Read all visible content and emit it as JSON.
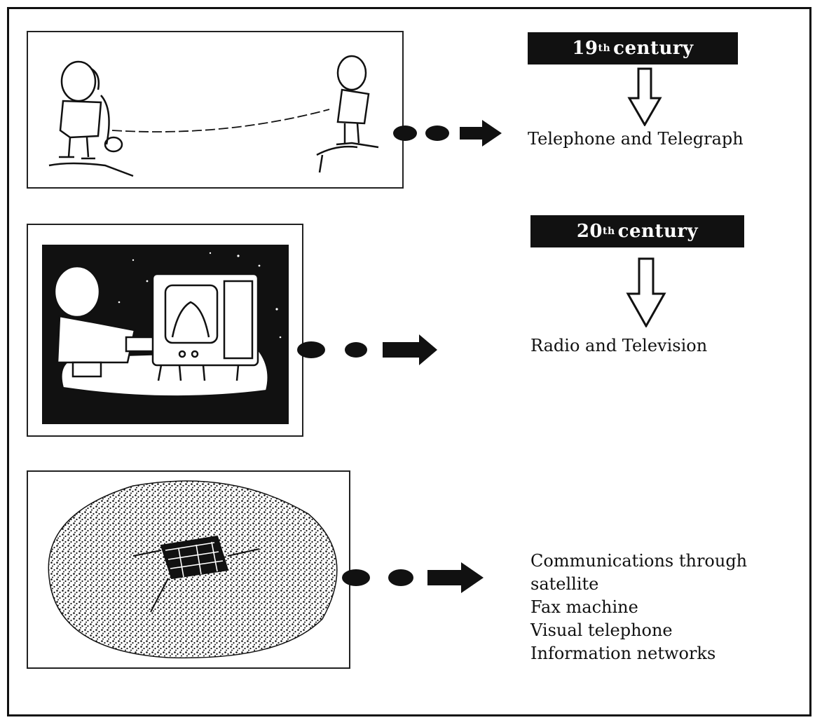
{
  "eras": [
    {
      "century_number": "19",
      "century_suffix": "th",
      "century_word": "century",
      "technology": "Telephone and Telegraph"
    },
    {
      "century_number": "20",
      "century_suffix": "th",
      "century_word": "century",
      "technology": "Radio and Television"
    }
  ],
  "modern": {
    "items": [
      "Communications through",
      "satellite",
      "Fax machine",
      "Visual telephone",
      "Information networks"
    ]
  },
  "icons": {
    "panel_1": "telephone-conversation-illustration",
    "panel_2": "television-viewer-illustration",
    "panel_3": "satellite-over-earth-illustration",
    "arrow": "dotted-right-arrow-icon",
    "down": "hollow-down-arrow-icon"
  }
}
